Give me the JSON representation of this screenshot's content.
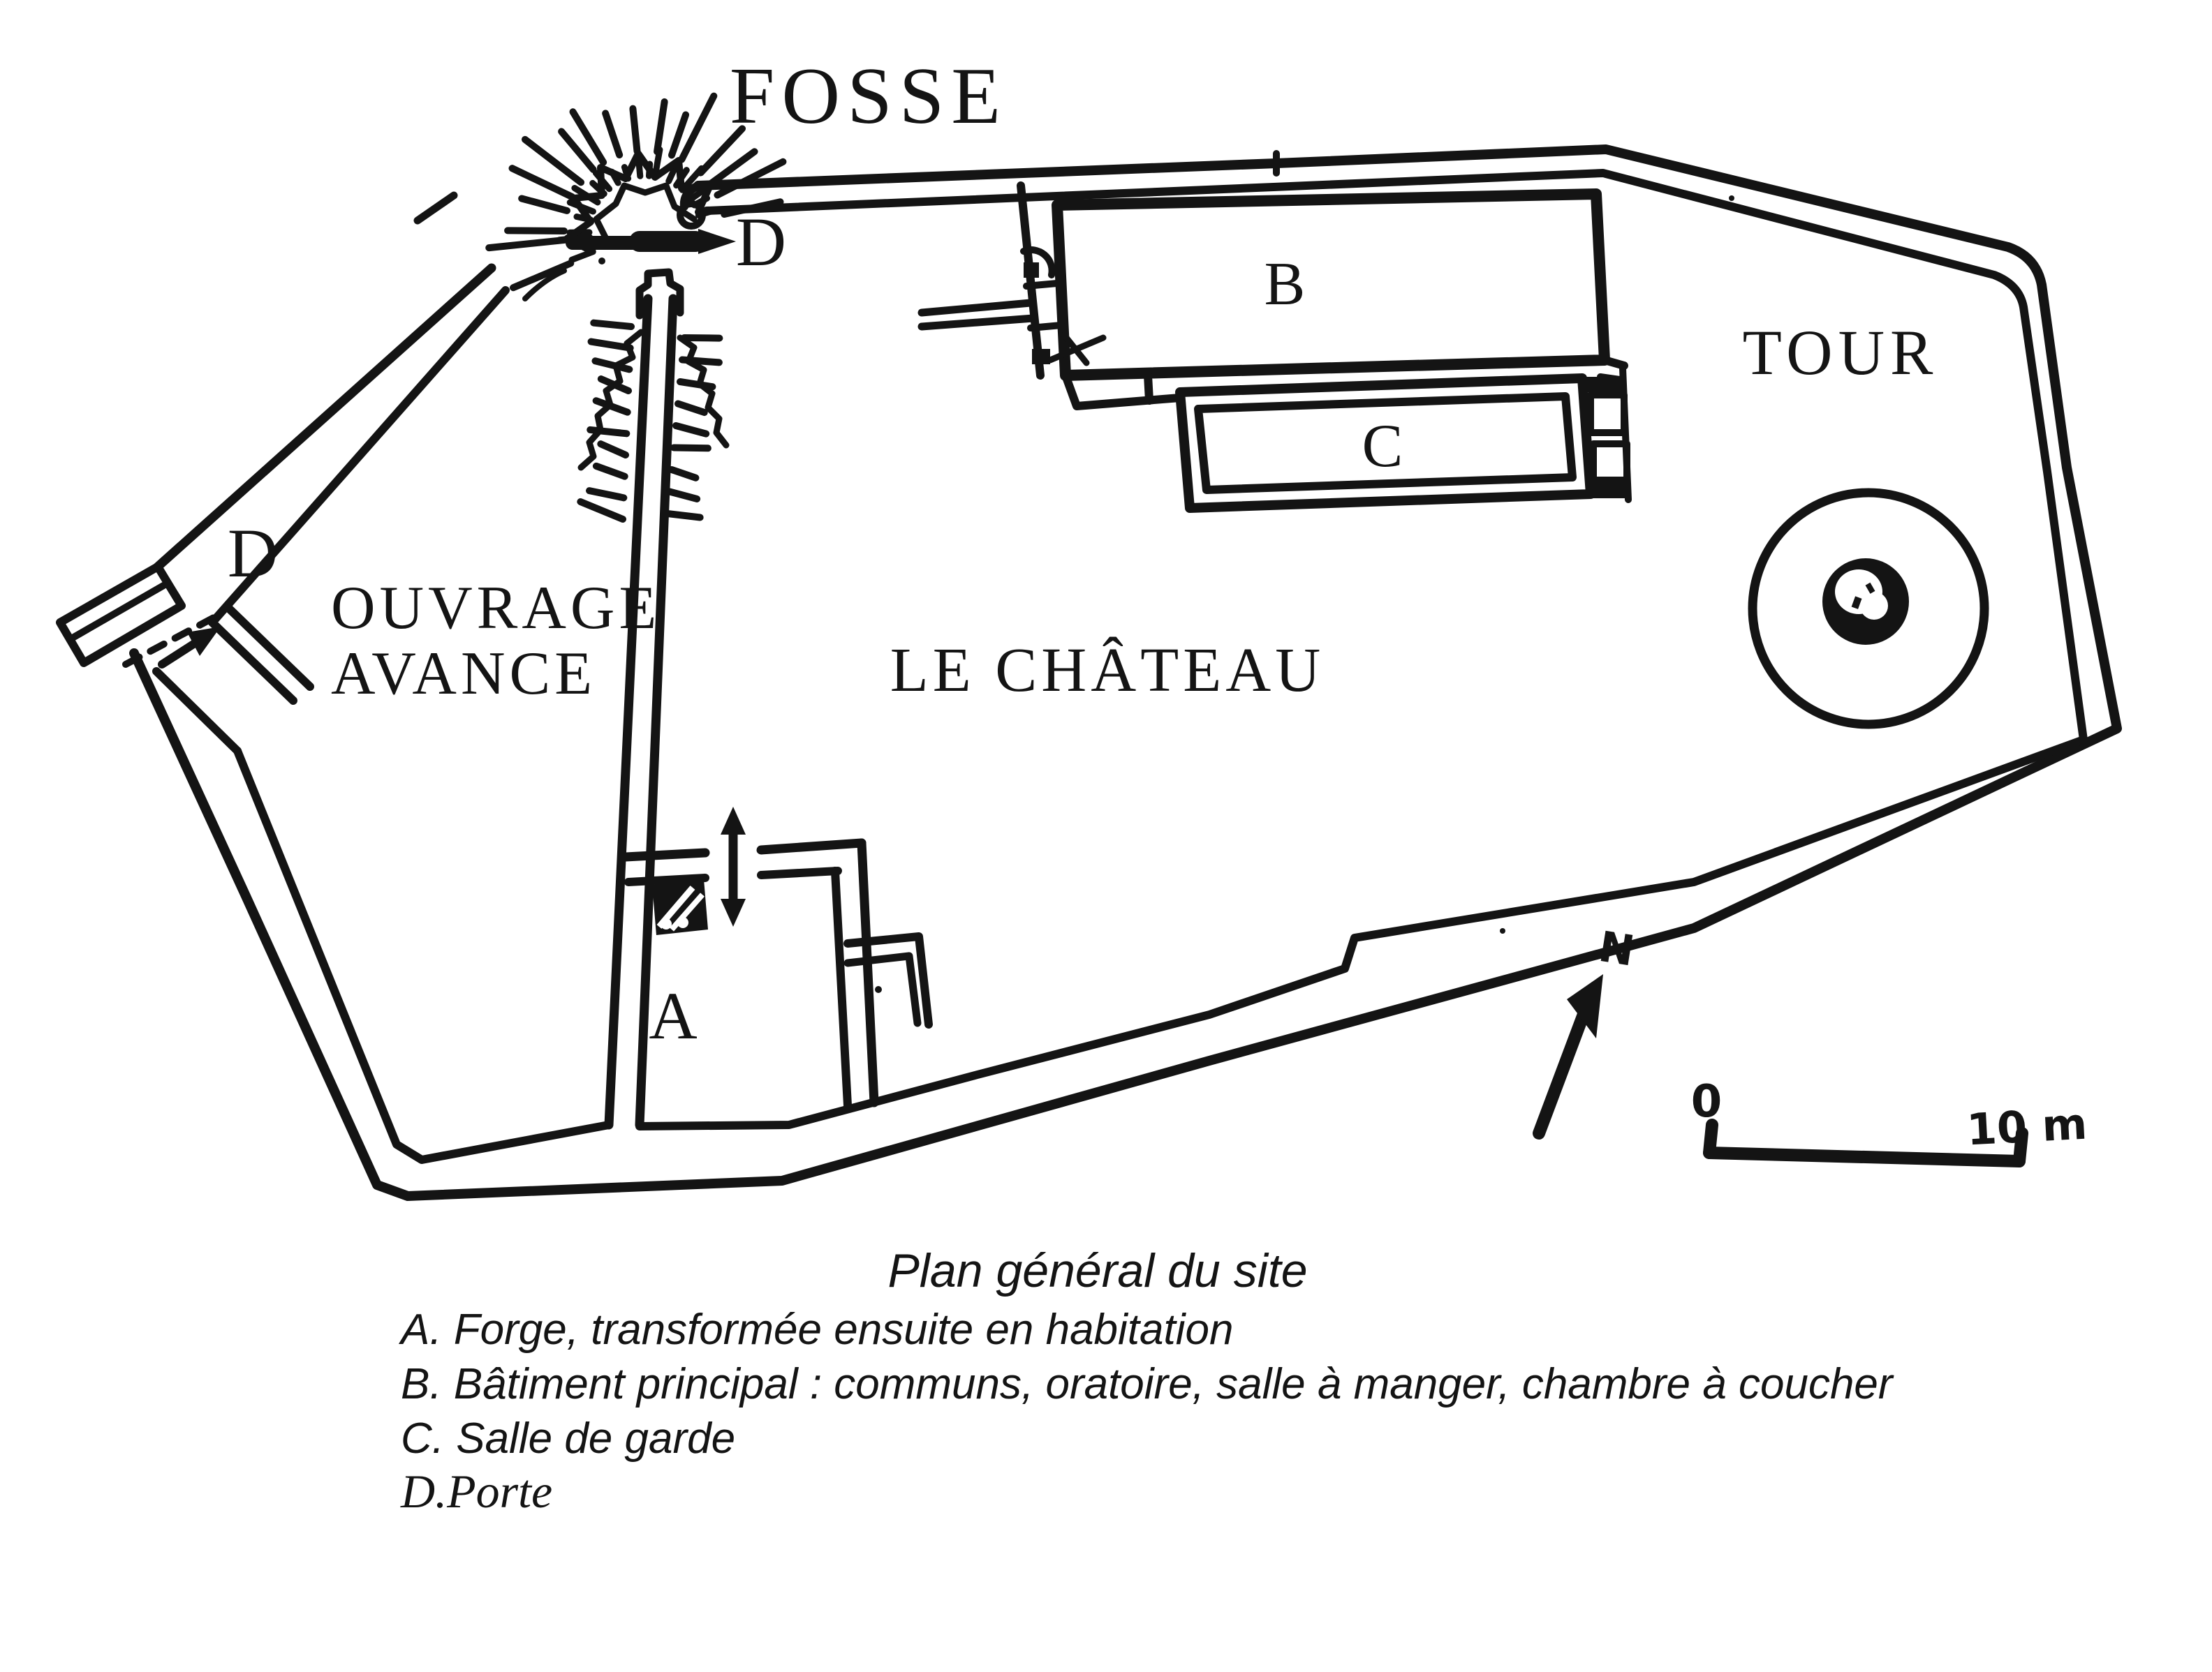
{
  "plan_labels": {
    "fosse": "FOSSE",
    "gate_top": "D",
    "gate_left": "D",
    "building_a": "A",
    "building_b": "B",
    "building_c": "C",
    "tour": "TOUR",
    "chateau": "LE CHÂTEAU",
    "ouvrage_line1": "OUVRAGE",
    "ouvrage_line2": "AVANCE"
  },
  "compass": {
    "north": "N"
  },
  "scale_bar": {
    "start": "0",
    "end": "10 m"
  },
  "caption": {
    "title": "Plan général du site",
    "legend": [
      "A. Forge, transformée ensuite en habitation",
      "B. Bâtiment principal : communs, oratoire, salle à manger, chambre à coucher",
      "C. Salle de garde",
      "D.Porte"
    ]
  },
  "colors": {
    "ink": "#141414",
    "paper": "#ffffff"
  }
}
